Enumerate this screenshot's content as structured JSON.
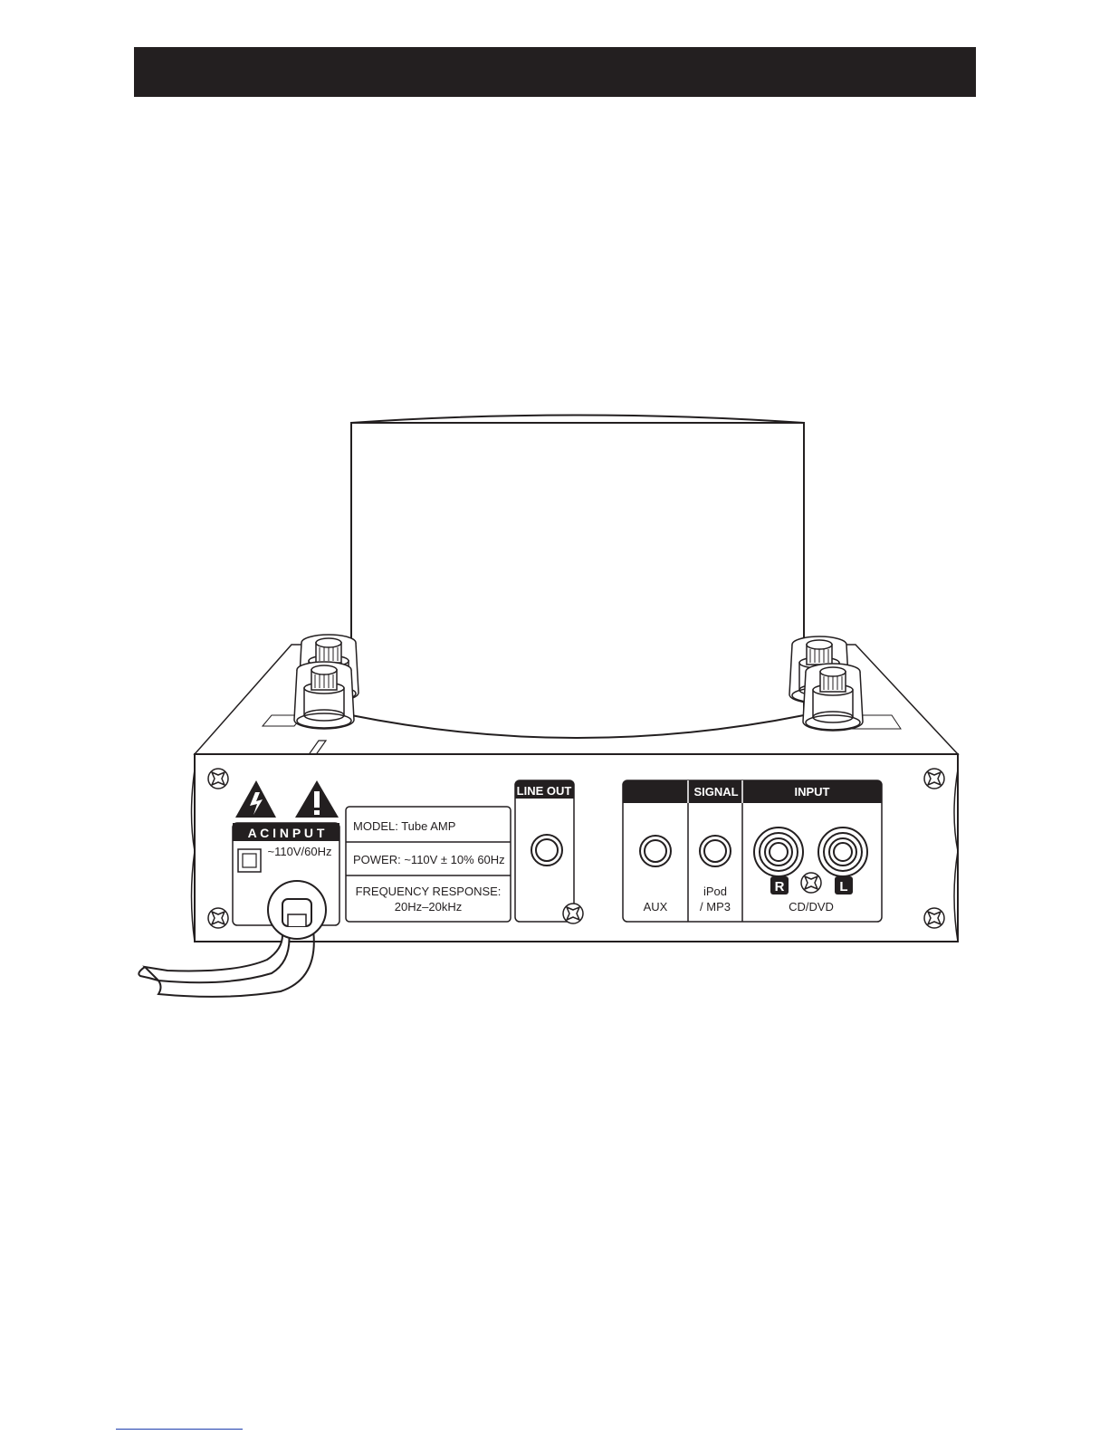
{
  "header": {
    "bar_color": "#231f20"
  },
  "rear_panel": {
    "ac_input": {
      "title": "A C  I N P U T",
      "rating": "~110V/60Hz"
    },
    "spec_plate": {
      "model": "MODEL:   Tube AMP",
      "power": "POWER:   ~110V ± 10% 60Hz",
      "freq_label": "FREQUENCY RESPONSE:",
      "freq_value": "20Hz–20kHz"
    },
    "line_out": {
      "title": "LINE OUT"
    },
    "signal": {
      "title": "SIGNAL"
    },
    "input": {
      "title": "INPUT"
    },
    "aux": {
      "label": "AUX"
    },
    "ipod": {
      "line1": "iPod",
      "line2": "/ MP3"
    },
    "cd_dvd": {
      "label": "CD/DVD",
      "right": "R",
      "left": "L"
    }
  },
  "icons": [
    "lightning-warning-icon",
    "exclamation-warning-icon",
    "screw-icon",
    "rca-jack-icon",
    "speaker-terminal-icon"
  ],
  "colors": {
    "ink": "#231f20",
    "paper": "#ffffff",
    "footer_rule": "#1e3fae"
  }
}
